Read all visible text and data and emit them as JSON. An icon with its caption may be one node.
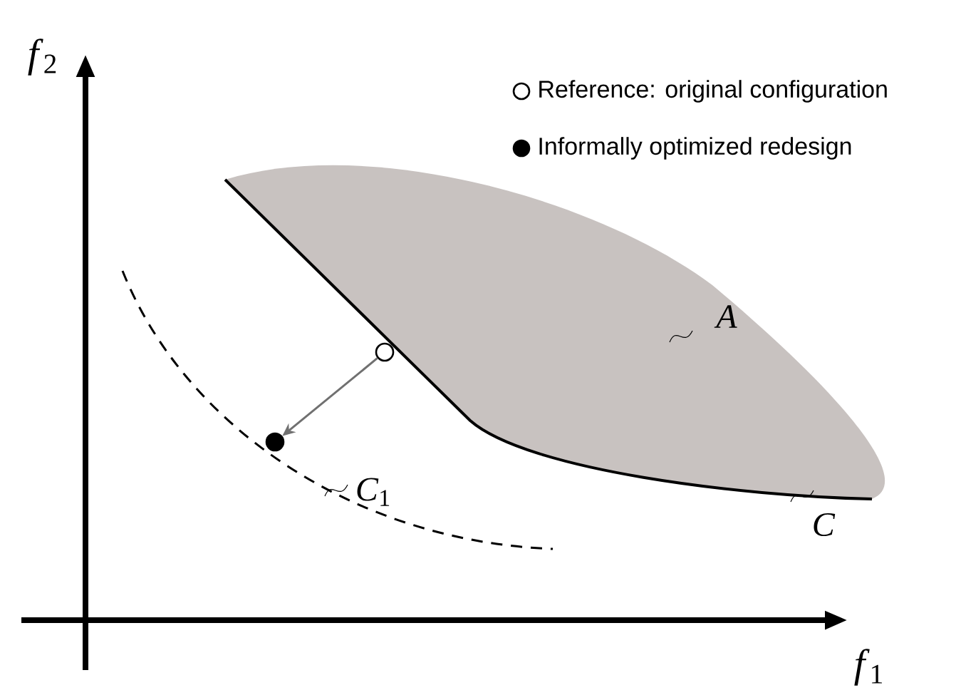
{
  "diagram": {
    "nodes": [
      {
        "text": [],
        "shape": "circle"
      },
      {
        "text": [],
        "shape": "circle"
      }
    ],
    "edges": [
      {
        "from": 0,
        "to": 1,
        "arrow": "to",
        "color": "#707070"
      }
    ],
    "labels": [
      "*f*$_{2}$",
      "*A*",
      "*C*$_{1}$",
      "*C*",
      "*f*$_{1}$"
    ],
    "legend": [
      {
        "text": "Reference: original configuration"
      },
      {
        "text": "Informally optimized redesign"
      }
    ]
  }
}
